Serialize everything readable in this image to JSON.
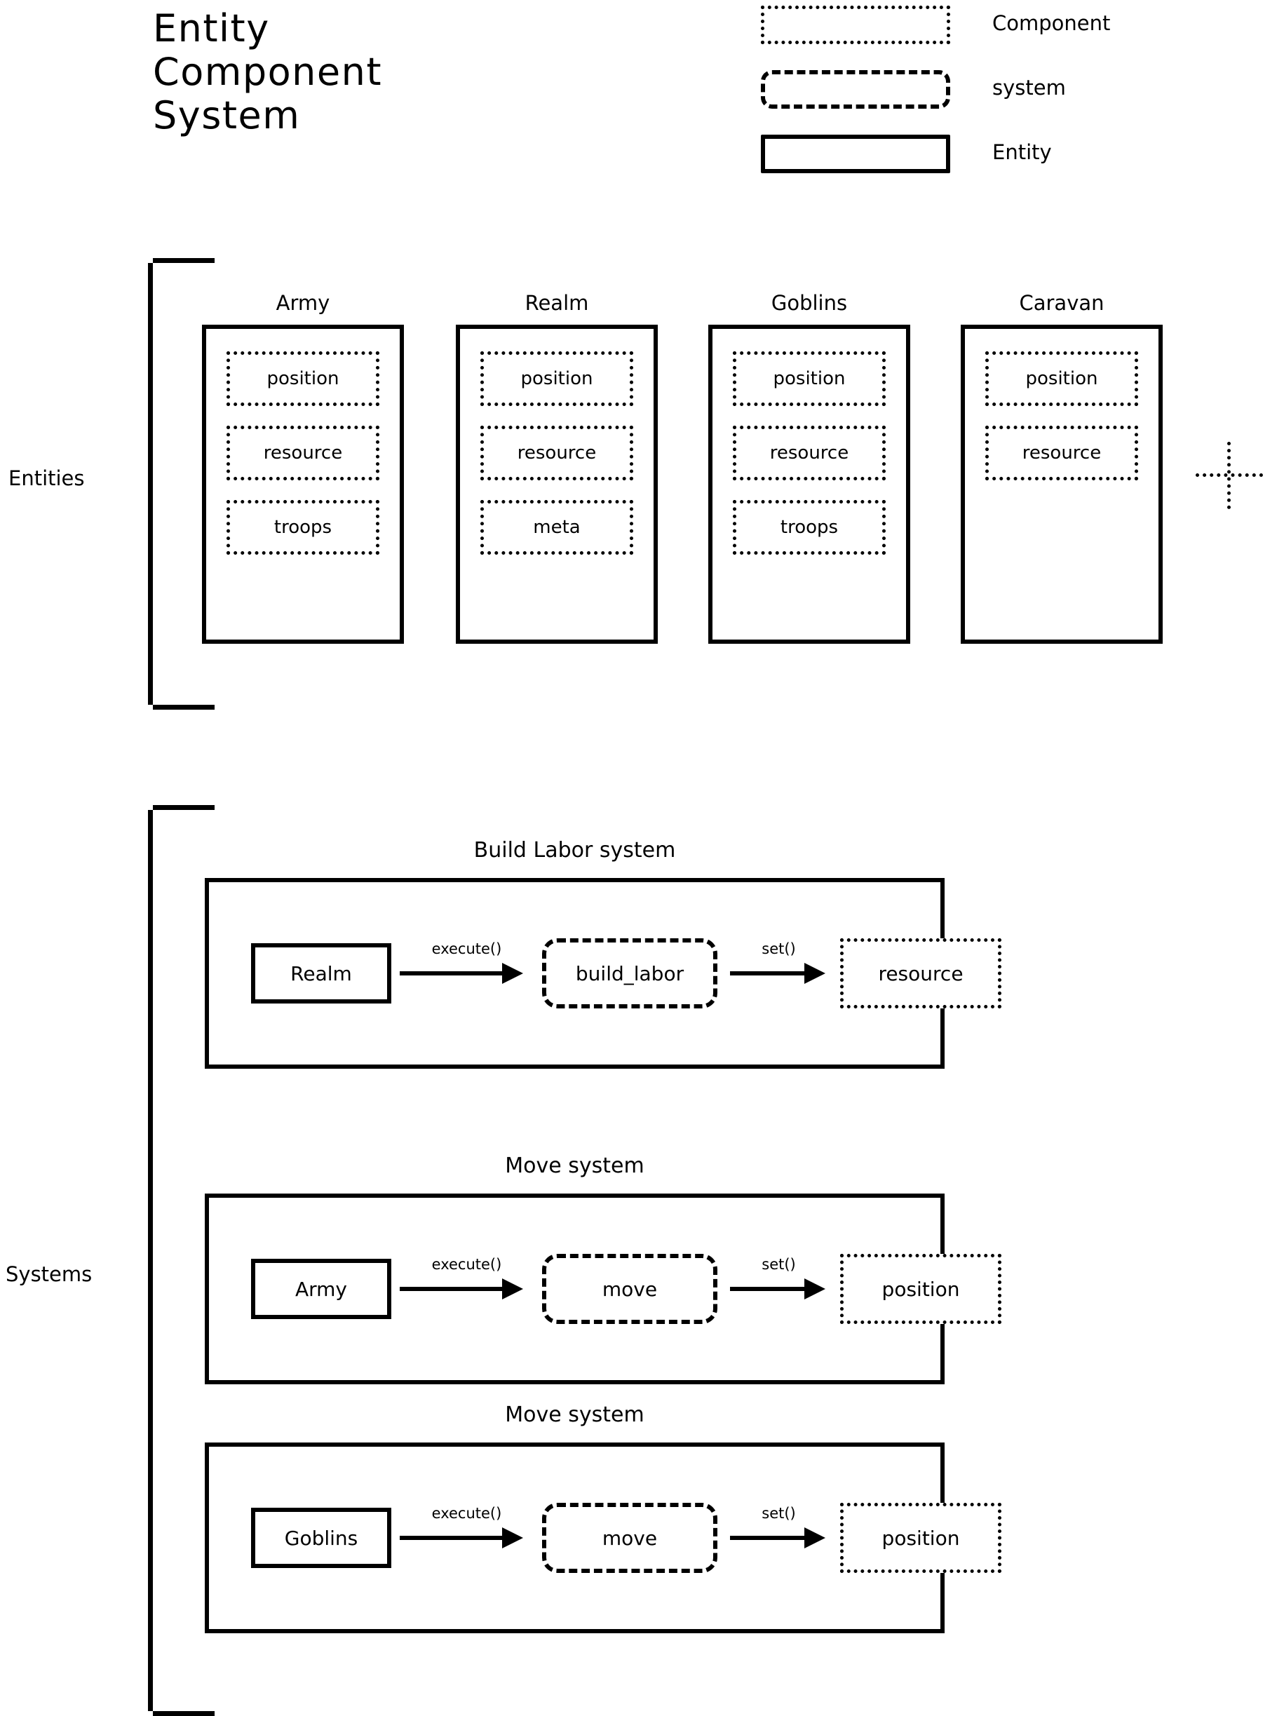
{
  "title": {
    "line1": "Entity",
    "line2": "Component",
    "line3": "System"
  },
  "legend": {
    "items": [
      {
        "shape": "dotted-rectangle",
        "label": "Component"
      },
      {
        "shape": "dashed-rounded-rectangle",
        "label": "system"
      },
      {
        "shape": "solid-rectangle",
        "label": "Entity"
      }
    ]
  },
  "sections": {
    "entities_label": "Entities",
    "systems_label": "Systems"
  },
  "entities": [
    {
      "name": "Army",
      "components": [
        "position",
        "resource",
        "troops"
      ]
    },
    {
      "name": "Realm",
      "components": [
        "position",
        "resource",
        "meta"
      ]
    },
    {
      "name": "Goblins",
      "components": [
        "position",
        "resource",
        "troops"
      ]
    },
    {
      "name": "Caravan",
      "components": [
        "position",
        "resource"
      ]
    }
  ],
  "more_entities_marker": "plus-icon",
  "systems": [
    {
      "title": "Build Labor system",
      "entity": "Realm",
      "call_label": "execute()",
      "system": "build_labor",
      "set_label": "set()",
      "component": "resource"
    },
    {
      "title": "Move system",
      "entity": "Army",
      "call_label": "execute()",
      "system": "move",
      "set_label": "set()",
      "component": "position"
    },
    {
      "title": "Move system",
      "entity": "Goblins",
      "call_label": "execute()",
      "system": "move",
      "set_label": "set()",
      "component": "position"
    }
  ],
  "colors": {
    "ink": "#000000",
    "background": "#ffffff"
  }
}
